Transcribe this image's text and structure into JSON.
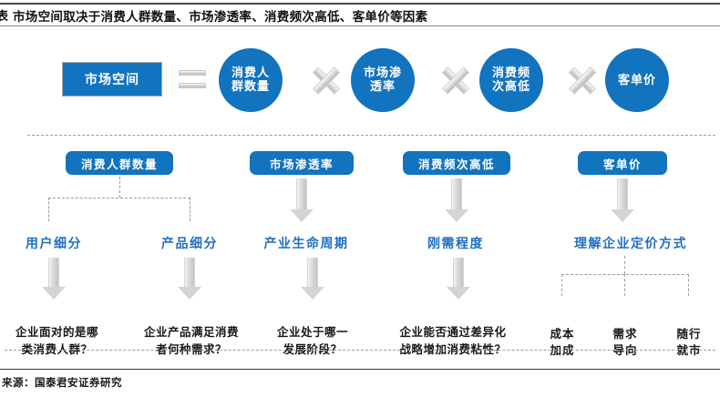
{
  "figure": {
    "label_prefix": "表",
    "title": "市场空间取决于消费人群数量、市场渗透率、消费频次高低、客单价等因素",
    "source": "来源：国泰君安证券研究"
  },
  "equation": {
    "result_label": "市场空间",
    "equals_symbol": "=",
    "multiply_symbol": "×",
    "factors": [
      {
        "label_line1": "消费人",
        "label_line2": "群数量"
      },
      {
        "label_line1": "市场渗",
        "label_line2": "透率"
      },
      {
        "label_line1": "消费频",
        "label_line2": "次高低"
      },
      {
        "label_line1": "客单价",
        "label_line2": ""
      }
    ]
  },
  "columns": [
    {
      "box_label": "消费人群数量",
      "drivers": [
        {
          "name": "用户细分",
          "question": "企业面对的是哪\n类消费人群？"
        },
        {
          "name": "产品细分",
          "question": "企业产品满足消费\n者何种需求？"
        }
      ]
    },
    {
      "box_label": "市场渗透率",
      "drivers": [
        {
          "name": "产业生命周期",
          "question": "企业处于哪一\n发展阶段？"
        }
      ]
    },
    {
      "box_label": "消费频次高低",
      "drivers": [
        {
          "name": "刚需程度",
          "question": "企业能否通过差异化\n战略增加消费粘性？"
        }
      ]
    },
    {
      "box_label": "客单价",
      "drivers": [
        {
          "name": "理解企业定价方式",
          "sub_items": [
            "成本\n加成",
            "需求\n导向",
            "随行\n就市"
          ]
        }
      ]
    }
  ],
  "colors": {
    "brand_blue": "#1273bf",
    "label_blue": "#1f6fc4",
    "arrow_gray": "#d4d4d4",
    "text_dark": "#171717"
  }
}
